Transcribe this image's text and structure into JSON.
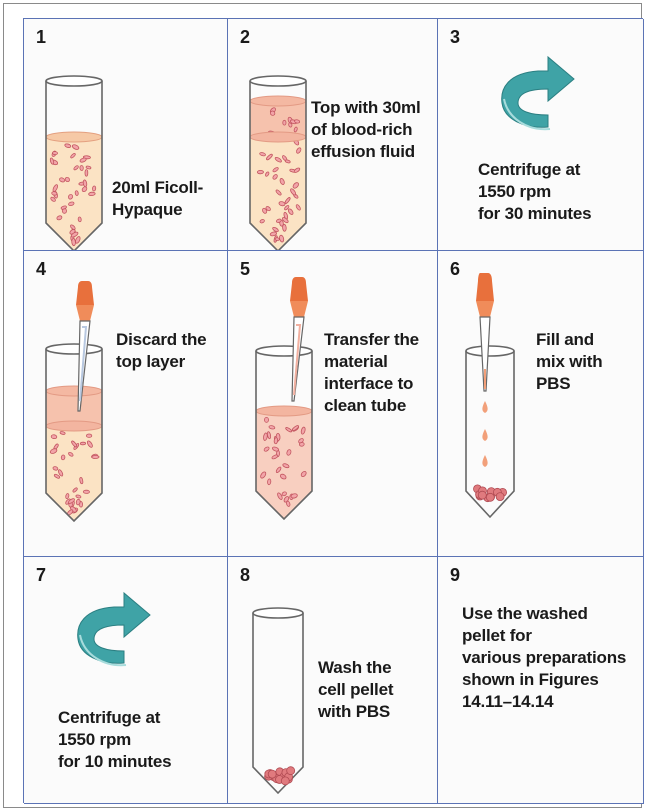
{
  "steps": [
    {
      "number": "1",
      "caption": "20ml Ficoll-\nHypaque",
      "icon": "tube-ficoll-icon"
    },
    {
      "number": "2",
      "caption": "Top with 30ml\nof blood-rich\neffusion fluid",
      "icon": "tube-layered-icon"
    },
    {
      "number": "3",
      "caption": "Centrifuge at\n1550 rpm\nfor 30 minutes",
      "icon": "rotate-arrow-icon"
    },
    {
      "number": "4",
      "caption": "Discard the\ntop layer",
      "icon": "pipette-discard-icon"
    },
    {
      "number": "5",
      "caption": "Transfer the\nmaterial\ninterface to\nclean tube",
      "icon": "pipette-transfer-icon"
    },
    {
      "number": "6",
      "caption": "Fill and\nmix with\nPBS",
      "icon": "pipette-drops-icon"
    },
    {
      "number": "7",
      "caption": "Centrifuge at\n1550 rpm\nfor 10 minutes",
      "icon": "rotate-arrow-icon"
    },
    {
      "number": "8",
      "caption": "Wash the\ncell pellet\nwith PBS",
      "icon": "tube-pellet-icon"
    },
    {
      "number": "9",
      "caption": "Use the washed\npellet for\nvarious preparations\nshown in Figures\n14.11–14.14",
      "icon": ""
    }
  ],
  "colors": {
    "grid_line": "#5b73b5",
    "tube_fluid": "#fbe3c4",
    "cell_fill": "#f2a4a8",
    "cell_stroke": "#c2555f",
    "arrow_teal": "#3fa3a6",
    "pipette_bulb": "#e8703c"
  }
}
